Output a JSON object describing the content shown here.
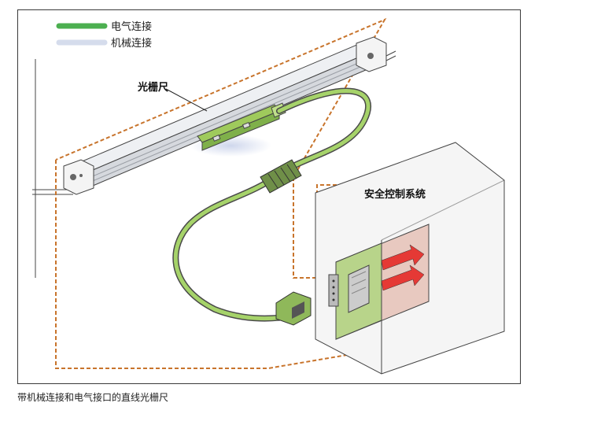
{
  "legend": {
    "electrical_label": "电气连接",
    "mechanical_label": "机械连接"
  },
  "labels": {
    "scale": "光栅尺",
    "safety_system": "安全控制系统"
  },
  "caption": "带机械连接和电气接口的直线光栅尺",
  "colors": {
    "electrical_line": "#4caf50",
    "mechanical_line": "#d5dcec",
    "cable": "#a6d36a",
    "dashed_outline": "#c8742c",
    "arrow_red": "#e53935",
    "panel_pink": "#e8c9c0",
    "panel_green": "#b8d48a"
  }
}
